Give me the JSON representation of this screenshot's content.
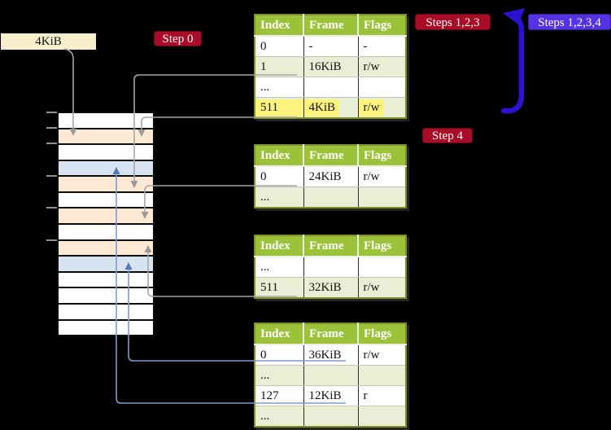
{
  "labels": {
    "block_4kib": "4KiB",
    "step0": "Step 0",
    "step4": "Step 4",
    "steps_123": "Steps 1,2,3",
    "steps_1234": "Steps 1,2,3,4"
  },
  "colors": {
    "background": "#000000",
    "label_box_cream": "#f9efcd",
    "badge_red": "#a80c26",
    "badge_violet": "#5532e4",
    "big_arrow_blue": "#2b12d0",
    "table_header_green": "#9cc23a",
    "table_row_green": "#e9efd4",
    "table_border_olive": "#7f9027",
    "highlight_yellow": "#fcf37c",
    "strip_orange": "#fce8d3",
    "strip_blue": "#d8e4f2",
    "strip_white": "#ffffff",
    "connector_gray": "#a6a6a6",
    "connector_blue": "#7d9bd0",
    "connector_blue_head": "#5579b8"
  },
  "memory_strip": {
    "row_colors": [
      "white",
      "orange",
      "white",
      "blue",
      "orange",
      "white",
      "orange",
      "white",
      "orange",
      "blue",
      "white",
      "white",
      "white",
      "white"
    ]
  },
  "tables": [
    {
      "id": "pt1",
      "columns": [
        "Index",
        "Frame",
        "Flags"
      ],
      "rows": [
        {
          "cells": [
            "0",
            "-",
            "-"
          ]
        },
        {
          "cells": [
            "1",
            "16KiB",
            "r/w"
          ]
        },
        {
          "cells": [
            "...",
            "",
            ""
          ]
        },
        {
          "cells": [
            "511",
            "4KiB",
            "r/w"
          ],
          "highlight": true
        }
      ]
    },
    {
      "id": "pt2",
      "columns": [
        "Index",
        "Frame",
        "Flags"
      ],
      "rows": [
        {
          "cells": [
            "0",
            "24KiB",
            "r/w"
          ]
        },
        {
          "cells": [
            "...",
            "",
            ""
          ]
        }
      ]
    },
    {
      "id": "pt3",
      "columns": [
        "Index",
        "Frame",
        "Flags"
      ],
      "rows": [
        {
          "cells": [
            "...",
            "",
            ""
          ]
        },
        {
          "cells": [
            "511",
            "32KiB",
            "r/w"
          ]
        }
      ]
    },
    {
      "id": "pt4",
      "columns": [
        "Index",
        "Frame",
        "Flags"
      ],
      "rows": [
        {
          "cells": [
            "0",
            "36KiB",
            "r/w"
          ]
        },
        {
          "cells": [
            "...",
            "",
            ""
          ]
        },
        {
          "cells": [
            "127",
            "12KiB",
            "r"
          ]
        },
        {
          "cells": [
            "...",
            "",
            ""
          ]
        }
      ]
    }
  ]
}
